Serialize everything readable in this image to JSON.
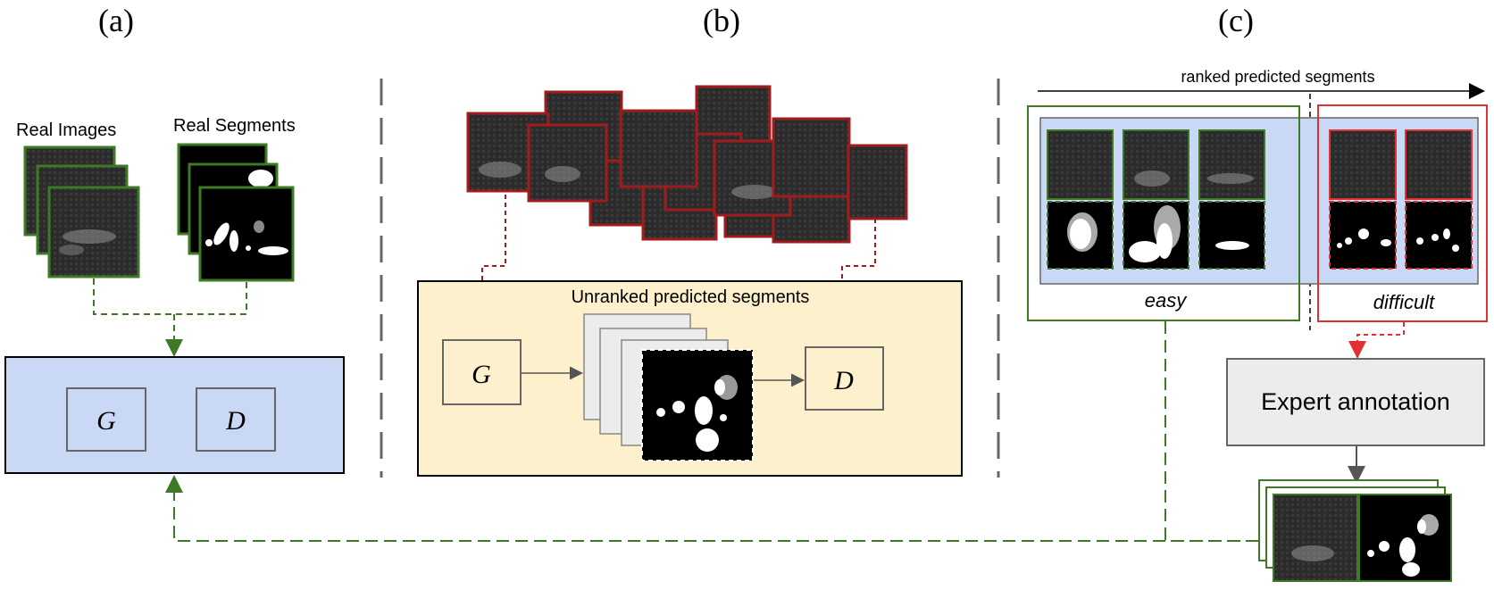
{
  "panels": {
    "a": {
      "label": "(a)",
      "real_images_label": "Real Images",
      "real_segments_label": "Real Segments",
      "generator": "G",
      "discriminator": "D"
    },
    "b": {
      "label": "(b)",
      "box_title": "Unranked predicted segments",
      "generator": "G",
      "discriminator": "D"
    },
    "c": {
      "label": "(c)",
      "axis_label": "ranked predicted segments",
      "easy_label": "easy",
      "difficult_label": "difficult",
      "expert_label": "Expert annotation"
    }
  },
  "colors": {
    "green": "#3e7a26",
    "red": "#a01c1c",
    "bright_red": "#e03030",
    "blue_fill": "#c9d9f5",
    "yellow_fill": "#fdf0cc",
    "gray_fill": "#ececec",
    "divider": "#666666"
  }
}
